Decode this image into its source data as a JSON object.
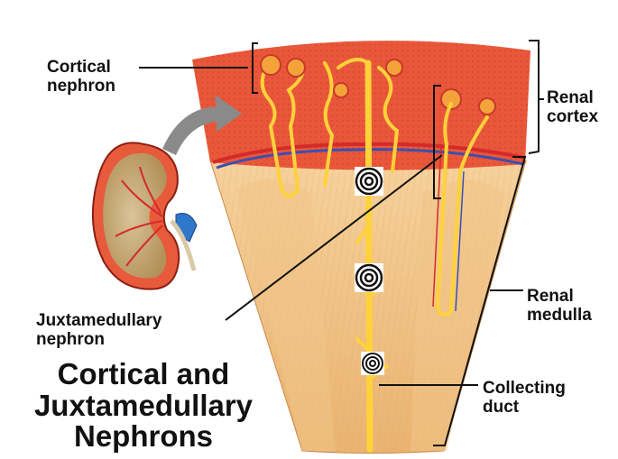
{
  "labels": {
    "cortical_nephron": [
      "Cortical",
      "nephron"
    ],
    "renal_cortex": [
      "Renal",
      "cortex"
    ],
    "juxtamedullary_nephron": [
      "Juxtamedullary",
      "nephron"
    ],
    "renal_medulla": [
      "Renal",
      "medulla"
    ],
    "collecting_duct": [
      "Collecting",
      "duct"
    ]
  },
  "title": [
    "Cortical and",
    "Juxtamedullary",
    "Nephrons"
  ],
  "colors": {
    "cortex": "#e85a3c",
    "medulla": "#f2c68a",
    "tubule": "#ffd23a",
    "artery": "#d42a2a",
    "vein": "#3a4fb0",
    "arrow": "#8a8a8a"
  },
  "icons": [
    "target-icon",
    "target-icon",
    "target-icon"
  ]
}
